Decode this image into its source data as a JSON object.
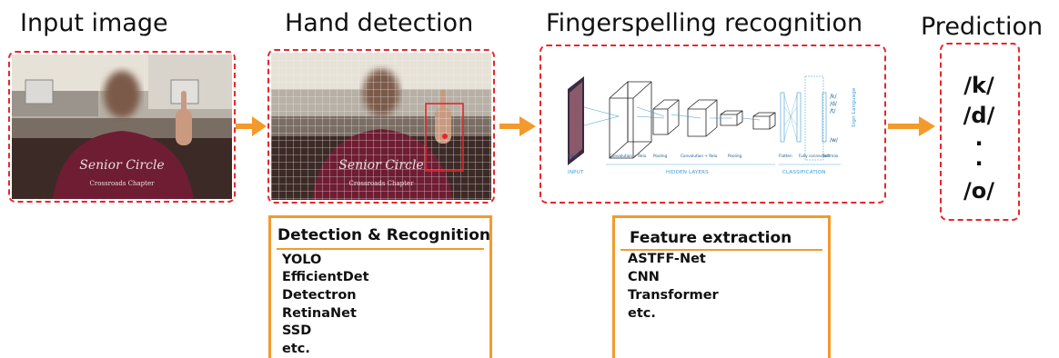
{
  "stages": {
    "input": {
      "title": "Input image"
    },
    "detection": {
      "title": "Hand detection"
    },
    "recognition": {
      "title": "Fingerspelling recognition"
    },
    "prediction": {
      "title": "Prediction"
    }
  },
  "photo": {
    "shirt_text_line1": "Senior",
    "shirt_text_line2": "Circle",
    "shirt_text_line3": "Crossroads Chapter"
  },
  "cnn_figure": {
    "layer_labels": [
      "Input",
      "Convolution + Relu",
      "Pooling",
      "Convolution + Relu",
      "Pooling",
      "Flatten",
      "Fully connected",
      "Softmax"
    ],
    "outputs": [
      "/k/",
      "/d/",
      "/t/",
      "/w/"
    ],
    "side_label": "Sign Language",
    "sections": [
      "INPUT",
      "HIDDEN LAYERS",
      "CLASSIFICATION"
    ]
  },
  "detection_box": {
    "title": "Detection & Recognition",
    "items": [
      "YOLO",
      "EfficientDet",
      "Detectron",
      "RetinaNet",
      "SSD",
      "etc."
    ]
  },
  "feature_box": {
    "title": "Feature extraction",
    "items": [
      "ASTFF-Net",
      "CNN",
      "Transformer",
      "etc."
    ]
  },
  "prediction": {
    "items": [
      "/k/",
      "/d/",
      ".",
      ".",
      "/o/"
    ]
  },
  "colors": {
    "dashed_border": "#e8262b",
    "arrow": "#f39a2c",
    "list_border": "#f39a2c",
    "cnn_caption": "#3a9ad6"
  }
}
